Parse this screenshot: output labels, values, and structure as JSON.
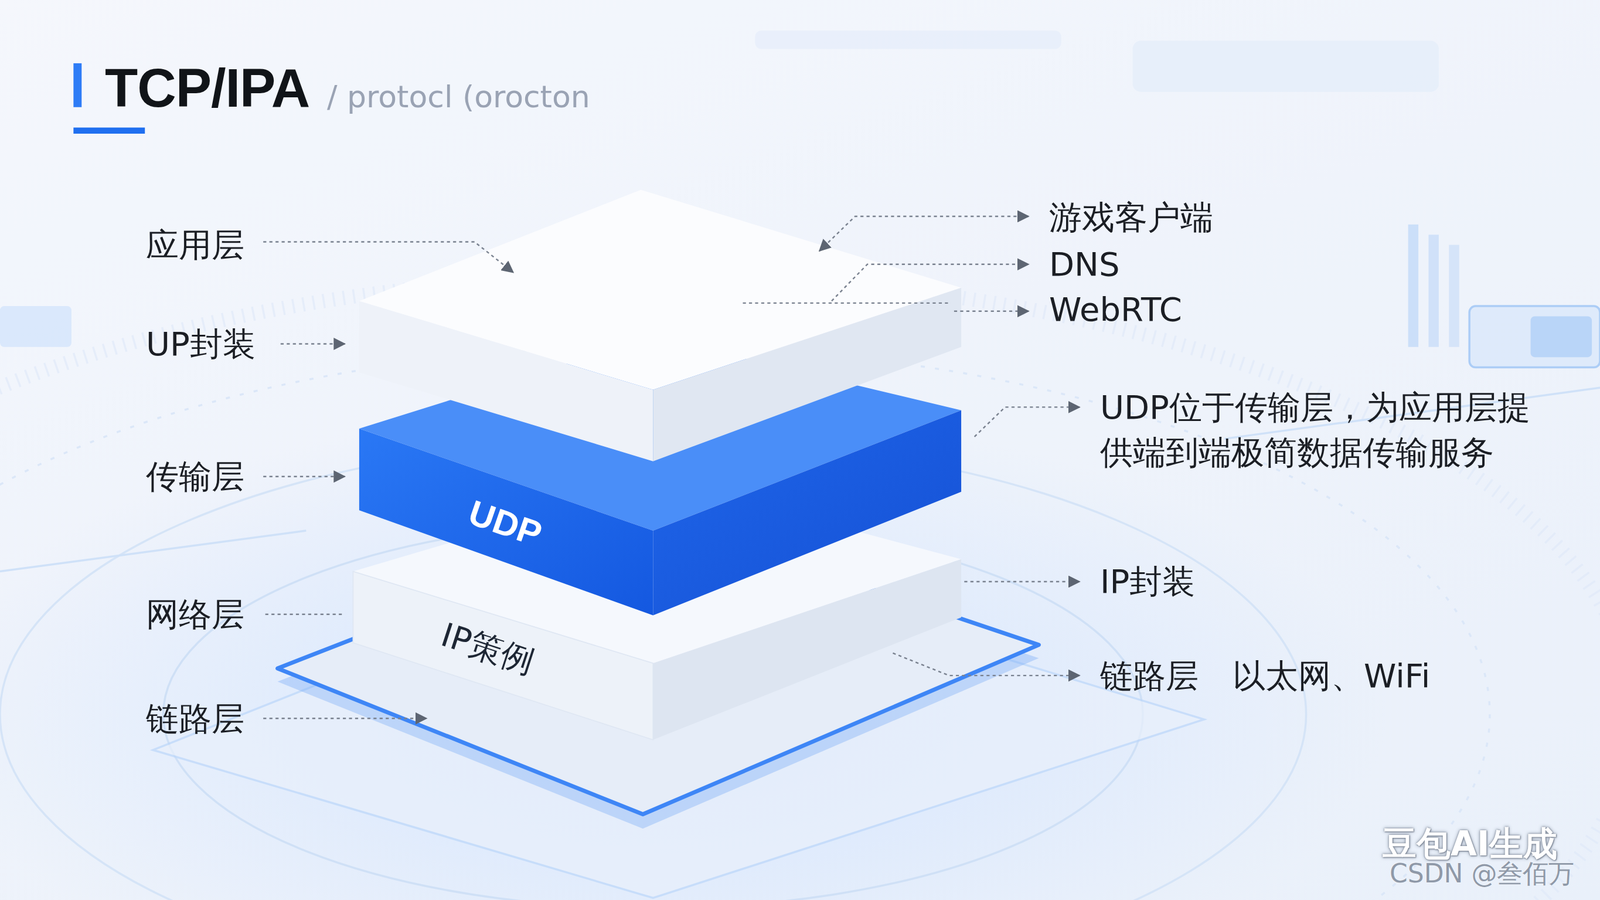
{
  "diagram": {
    "title": "TCP/IPA",
    "nodes": [
      {
        "text": [
          "UDP"
        ]
      },
      {
        "text": [
          "IP策例"
        ]
      }
    ],
    "labels": [
      "/ protocl (orocton",
      "应用层",
      "UP封装",
      "传输层",
      "网络层",
      "链路层",
      "游戏客户端",
      "DNS",
      "WebRTC",
      "UDP位于传输层，为应用层提 供端到端极简数据传输服务",
      "IP封装",
      "链路层",
      "以太网、WiFi",
      "豆包AI生成",
      "CSDN @叁佰万"
    ]
  }
}
